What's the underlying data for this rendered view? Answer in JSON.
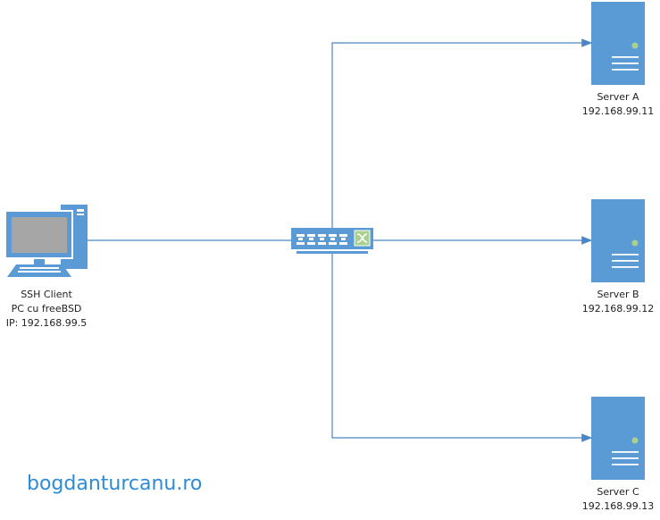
{
  "client": {
    "line1": "SSH Client",
    "line2": "PC cu freeBSD",
    "line3": "IP: 192.168.99.5"
  },
  "servers": [
    {
      "name": "Server A",
      "ip": "192.168.99.11"
    },
    {
      "name": "Server B",
      "ip": "192.168.99.12"
    },
    {
      "name": "Server C",
      "ip": "192.168.99.13"
    }
  ],
  "watermark": "bogdanturcanu.ro",
  "colors": {
    "device": "#5b9bd5",
    "line": "#4a86c5",
    "accent": "#a9d18e"
  }
}
